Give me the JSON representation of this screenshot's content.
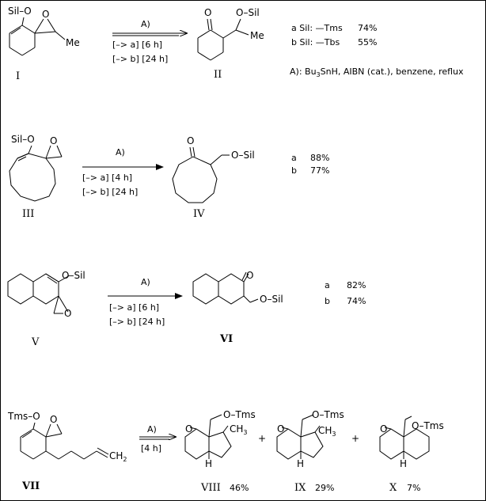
{
  "reaction_1": {
    "reactant_label": "I",
    "reactant_group": "Sil–O",
    "reactant_methyl": "Me",
    "reagent": "A)",
    "condition_a": "[–> a] [6 h]",
    "condition_b": "[–> b] [24 h]",
    "product_label": "II",
    "product_oxygen": "O",
    "product_group": "O–Sil",
    "product_methyl": "Me",
    "variant_a": "a  Sil:  —Tms",
    "yield_a": "74%",
    "variant_b": "b  Sil:  —Tbs",
    "yield_b": "55%",
    "reagent_note_prefix": "A):  Bu",
    "reagent_note_sub": "3",
    "reagent_note_suffix": "SnH,  AIBN (cat.), benzene, reflux"
  },
  "reaction_2": {
    "reactant_label": "III",
    "reactant_group": "Sil–O",
    "reagent": "A)",
    "condition_a": "[–> a] [4 h]",
    "condition_b": "[–> b] [24 h]",
    "product_label": "IV",
    "product_oxygen": "O",
    "product_group": "O–Sil",
    "yield_a_label": "a",
    "yield_a": "88%",
    "yield_b_label": "b",
    "yield_b": "77%"
  },
  "reaction_3": {
    "reactant_label": "V",
    "reactant_group": "O–Sil",
    "reagent": "A)",
    "condition_a": "[–> a] [6 h]",
    "condition_b": "[–> b] [24 h]",
    "product_label": "VI",
    "product_oxygen": "O",
    "product_group": "O–Sil",
    "yield_a_label": "a",
    "yield_a": "82%",
    "yield_b_label": "b",
    "yield_b": "74%"
  },
  "reaction_4": {
    "reactant_label": "VII",
    "reactant_group": "Tms–O",
    "reactant_alkene": "CH",
    "reactant_alkene_sub": "2",
    "reagent": "A)",
    "condition": "[4 h]",
    "plus": "+",
    "product_1_label": "VIII",
    "product_1_yield": "46%",
    "product_2_label": "IX",
    "product_2_yield": "29%",
    "product_3_label": "X",
    "product_3_yield": "7%",
    "product_oxygen": "O",
    "product_group": "O–Tms",
    "methyl": "CH",
    "methyl_sub": "3",
    "hydrogen": "H"
  }
}
